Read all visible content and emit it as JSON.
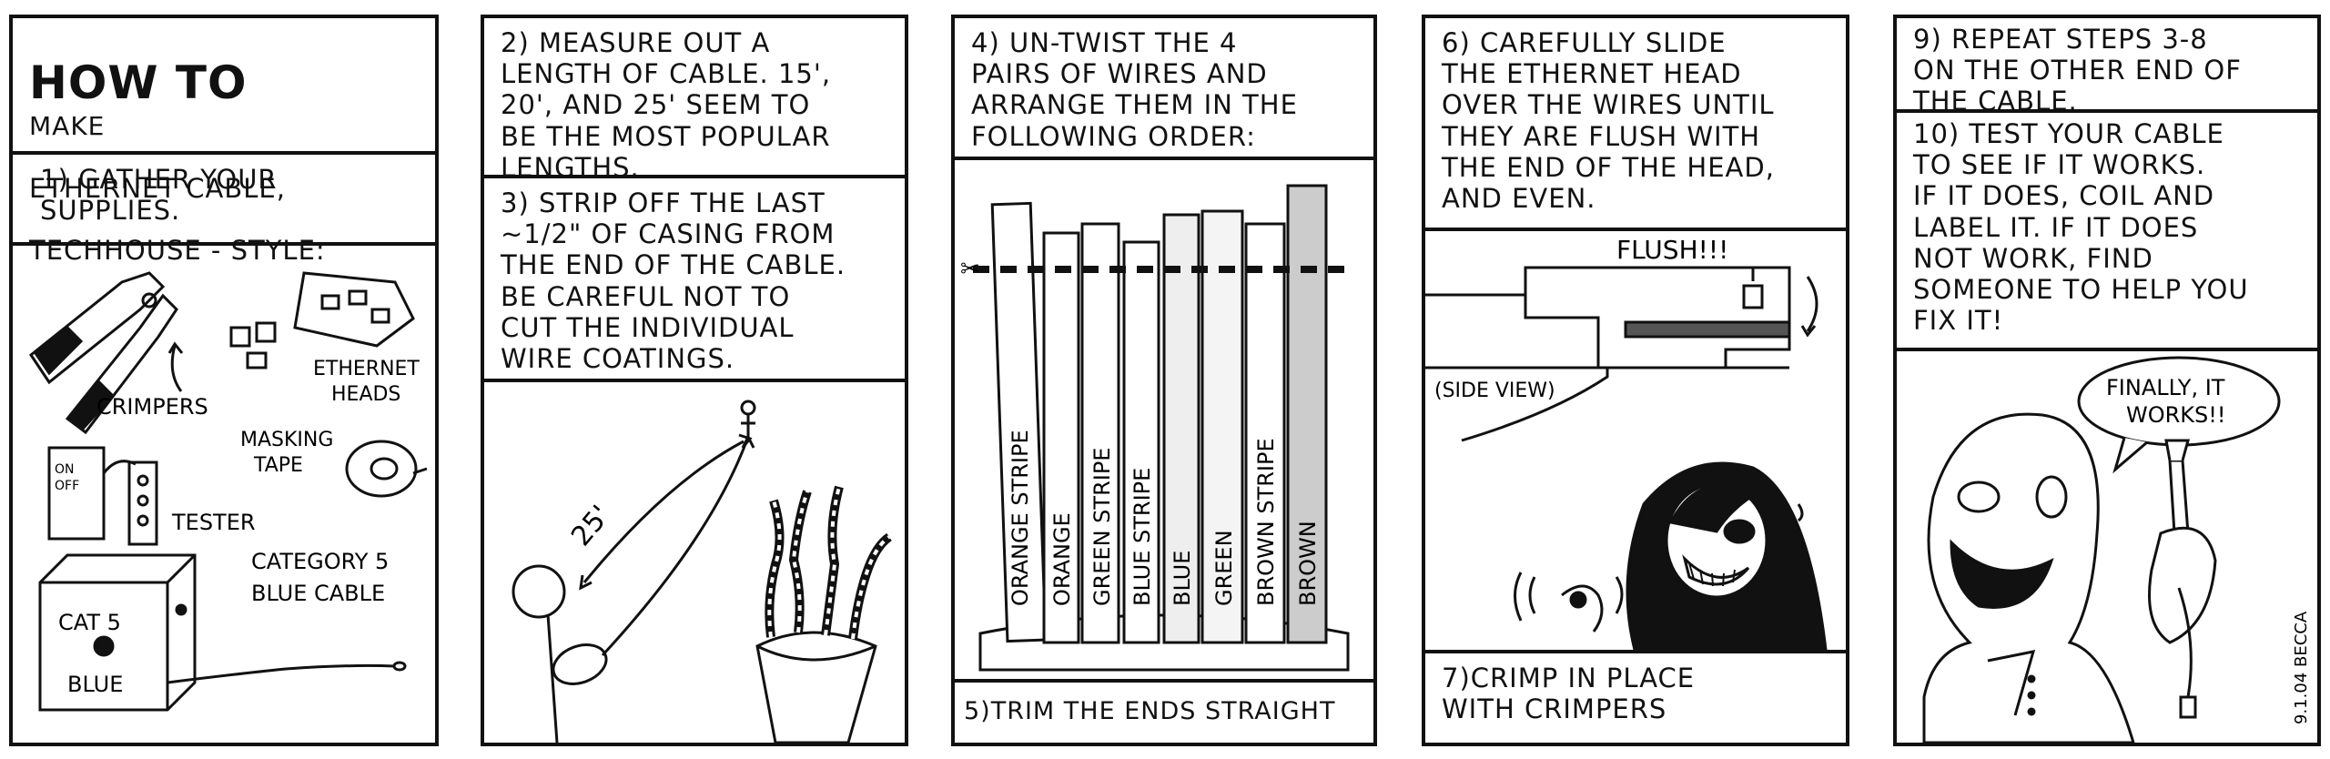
{
  "panel1": {
    "title_big": "HOW TO",
    "title_rest_1": "MAKE",
    "title_rest_2": "ETHERNET CABLE,",
    "title_rest_3": "TECHHOUSE - STYLE:",
    "step1": "1) GATHER YOUR\nSUPPLIES.",
    "labels": {
      "crimpers": "CRIMPERS",
      "ethernet": "ETHERNET",
      "heads": "HEADS",
      "masking": "MASKING",
      "tape": "TAPE",
      "on": "ON",
      "off": "OFF",
      "tester": "TESTER",
      "category": "CATEGORY 5",
      "bluecable": "BLUE CABLE",
      "box_cat": "CAT 5",
      "box_blue": "BLUE"
    }
  },
  "panel2": {
    "step2": "2) MEASURE OUT A\nLENGTH OF CABLE. 15',\n20', AND 25' SEEM TO\nBE THE MOST POPULAR\nLENGTHS.",
    "step3": "3) STRIP OFF THE LAST\n~1/2\" OF CASING FROM\nTHE END OF THE CABLE.\nBE CAREFUL NOT TO\nCUT THE INDIVIDUAL\nWIRE COATINGS.",
    "length_label": "25'"
  },
  "panel3": {
    "step4": "4) UN-TWIST THE 4\nPAIRS OF WIRES AND\nARRANGE THEM IN THE\nFOLLOWING ORDER:",
    "wires": [
      "ORANGE STRIPE",
      "ORANGE",
      "GREEN STRIPE",
      "BLUE STRIPE",
      "BLUE",
      "GREEN",
      "BROWN STRIPE",
      "BROWN"
    ],
    "step5": "5)TRIM THE ENDS STRAIGHT"
  },
  "panel4": {
    "step6": "6) CAREFULLY SLIDE\nTHE ETHERNET HEAD\nOVER THE WIRES UNTIL\nTHEY ARE FLUSH WITH\nTHE END OF THE HEAD,\nAND EVEN.",
    "flush": "FLUSH!!!",
    "side_view": "(SIDE VIEW)",
    "step7": "7)CRIMP IN PLACE\nWITH CRIMPERS"
  },
  "panel5": {
    "step9": "9) REPEAT STEPS 3-8\nON THE OTHER END OF\nTHE CABLE.",
    "step10": "10) TEST YOUR CABLE\nTO SEE IF IT WORKS.\nIF IT DOES, COIL AND\nLABEL IT. IF IT DOES\nNOT WORK, FIND\nSOMEONE TO HELP YOU\nFIX IT!",
    "speech": "FINALLY, IT\nWORKS!!",
    "signature": "9.1.04 BECCA"
  }
}
